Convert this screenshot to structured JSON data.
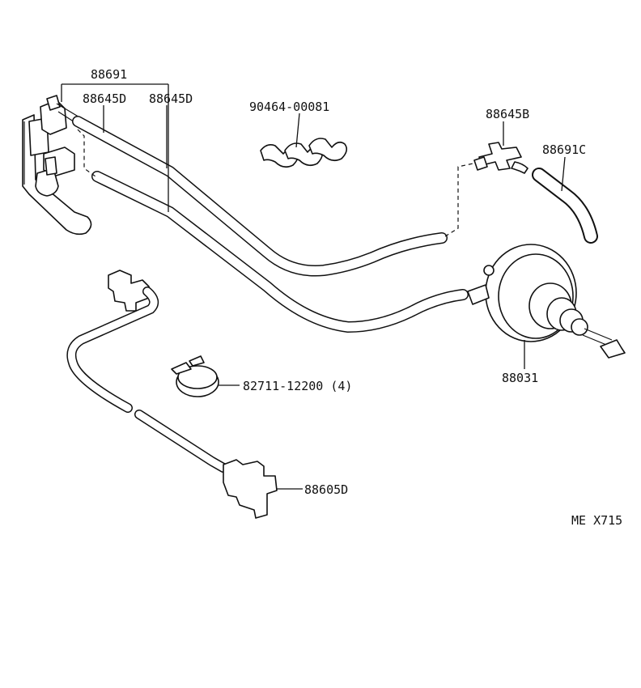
{
  "labels": {
    "p88691": "88691",
    "p88645D_a": "88645D",
    "p88645D_b": "88645D",
    "p90464": "90464-00081",
    "p88645B": "88645B",
    "p88691C": "88691C",
    "p88031": "88031",
    "p82711": "82711-12200 (4)",
    "p88605D": "88605D",
    "ref": "ME X715"
  },
  "icons": [
    "switch-assembly-icon",
    "clip-set-icon",
    "tee-connector-icon",
    "vacuum-actuator-icon",
    "hose-clamp-icon",
    "connector-plug-icon"
  ]
}
